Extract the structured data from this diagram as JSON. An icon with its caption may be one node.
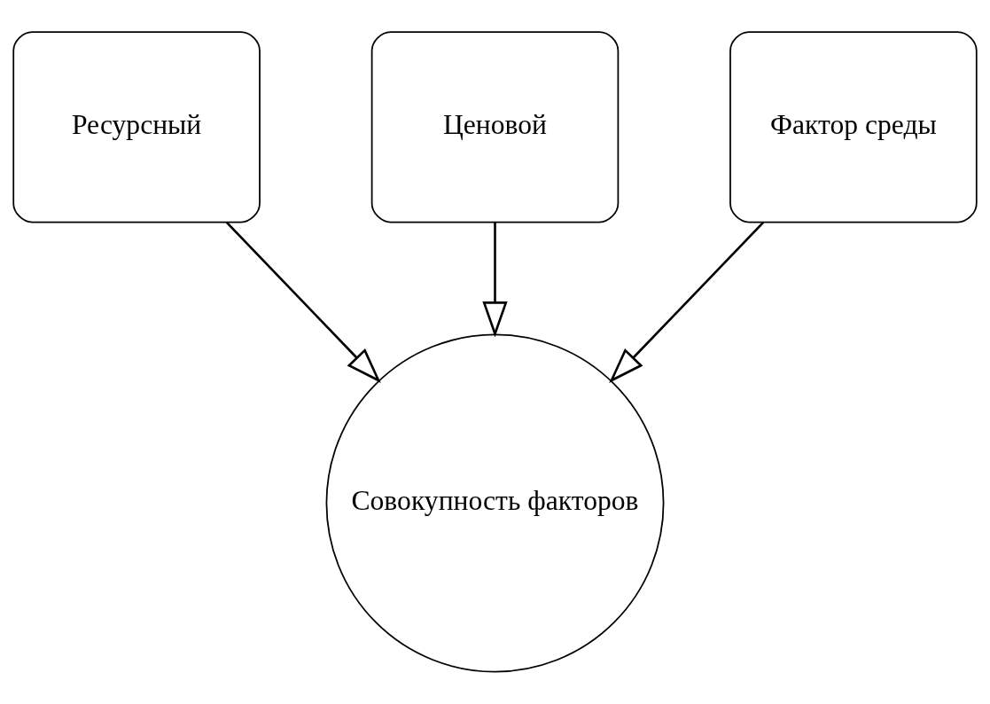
{
  "diagram": {
    "nodes": [
      {
        "text": [
          "Ресурсный"
        ]
      },
      {
        "text": [
          "Ценовой"
        ]
      },
      {
        "text": [
          "Фактор среды"
        ]
      },
      {
        "text": [
          "Совокупность факторов"
        ]
      }
    ],
    "edges": [
      {
        "from": 0,
        "to": 3,
        "arrow": "to"
      },
      {
        "from": 1,
        "to": 3,
        "arrow": "to"
      },
      {
        "from": 2,
        "to": 3,
        "arrow": "to"
      }
    ]
  }
}
